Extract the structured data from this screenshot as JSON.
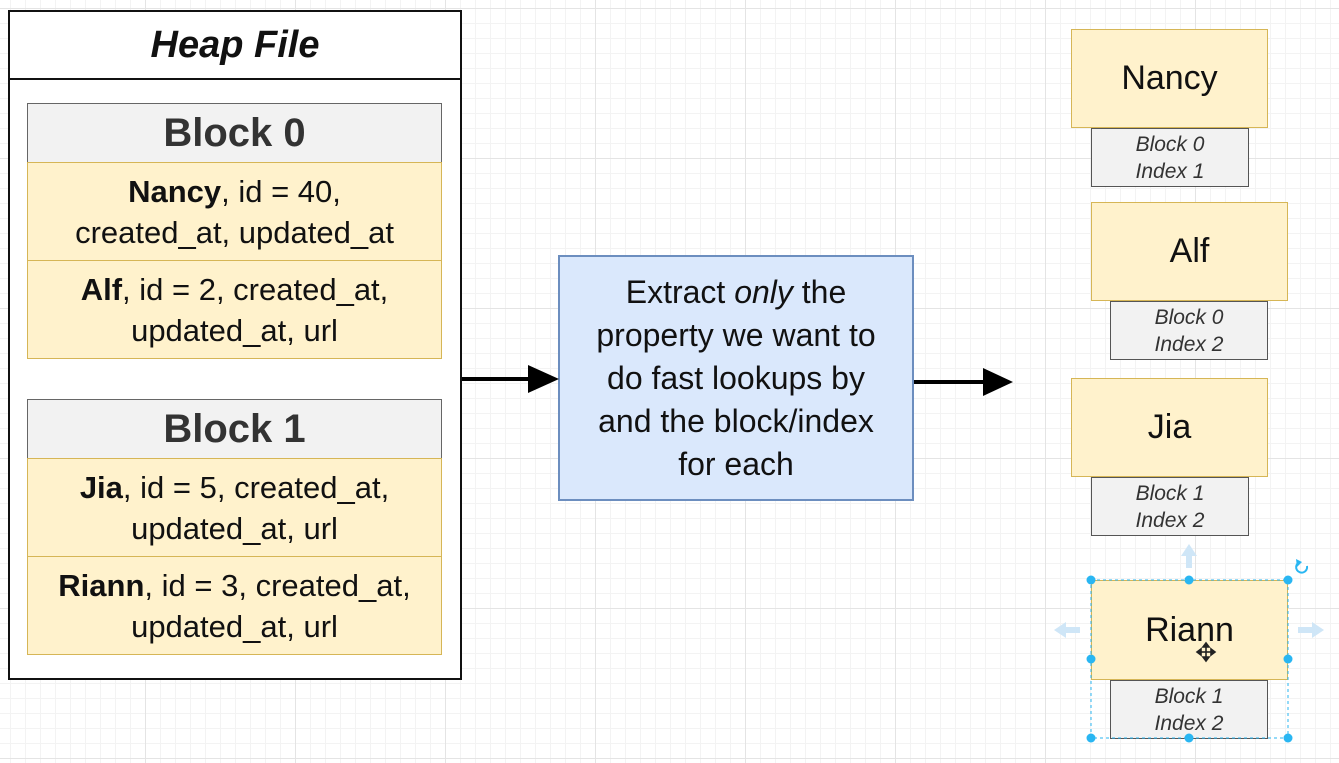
{
  "heap_file": {
    "title": "Heap File",
    "blocks": [
      {
        "header": "Block 0",
        "records": [
          {
            "name": "Nancy",
            "line1_rest": ", id = 40,",
            "line2": "created_at, updated_at"
          },
          {
            "name": "Alf",
            "line1_rest": ", id = 2, created_at,",
            "line2": "updated_at, url"
          }
        ]
      },
      {
        "header": "Block 1",
        "records": [
          {
            "name": "Jia",
            "line1_rest": ", id = 5, created_at,",
            "line2": "updated_at, url"
          },
          {
            "name": "Riann",
            "line1_rest": ", id = 3, created_at,",
            "line2": "updated_at, url"
          }
        ]
      }
    ]
  },
  "process": {
    "line1_pre": "Extract ",
    "line1_em": "only",
    "line1_post": " the",
    "line2": "property we want to",
    "line3": "do fast lookups by",
    "line4": "and the block/index",
    "line5": "for each"
  },
  "index_entries": [
    {
      "name": "Nancy",
      "block": "Block 0",
      "index": "Index 1"
    },
    {
      "name": "Alf",
      "block": "Block 0",
      "index": "Index 2"
    },
    {
      "name": "Jia",
      "block": "Block 1",
      "index": "Index 2"
    },
    {
      "name": "Riann",
      "block": "Block 1",
      "index": "Index 2"
    }
  ],
  "colors": {
    "record_fill": "#fff2cc",
    "record_stroke": "#d6b656",
    "process_fill": "#dae8fc",
    "process_stroke": "#6c8ebf",
    "header_fill": "#f2f2f2",
    "selection_handle": "#29b6f2"
  }
}
